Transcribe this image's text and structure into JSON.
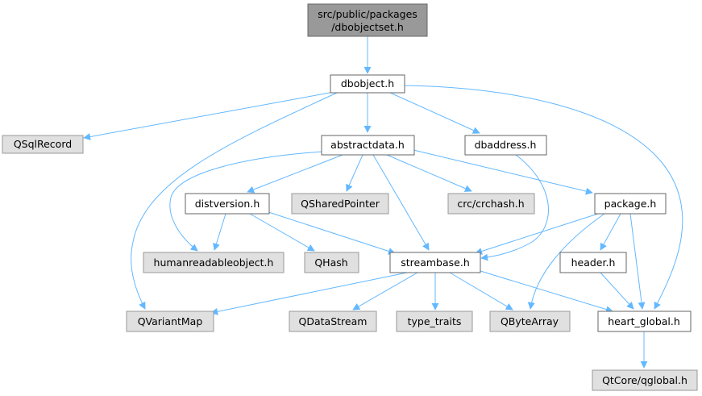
{
  "colors": {
    "edge": "#63b8ff",
    "root_fill": "#999999",
    "root_stroke": "#666666",
    "node_fill": "#ffffff",
    "node_stroke": "#666666",
    "external_fill": "#e0e0e0",
    "external_stroke": "#999999"
  },
  "nodes": {
    "root": {
      "label_line1": "src/public/packages",
      "label_line2": "/dbobjectset.h",
      "kind": "root"
    },
    "dbobject": {
      "label": "dbobject.h",
      "kind": "internal"
    },
    "qsqlrecord": {
      "label": "QSqlRecord",
      "kind": "external"
    },
    "abstractdata": {
      "label": "abstractdata.h",
      "kind": "internal"
    },
    "dbaddress": {
      "label": "dbaddress.h",
      "kind": "internal"
    },
    "distversion": {
      "label": "distversion.h",
      "kind": "internal"
    },
    "qsharedpointer": {
      "label": "QSharedPointer",
      "kind": "external"
    },
    "crchash": {
      "label": "crc/crchash.h",
      "kind": "external"
    },
    "package": {
      "label": "package.h",
      "kind": "internal"
    },
    "humanreadable": {
      "label": "humanreadableobject.h",
      "kind": "external"
    },
    "qhash": {
      "label": "QHash",
      "kind": "external"
    },
    "streambase": {
      "label": "streambase.h",
      "kind": "internal"
    },
    "header": {
      "label": "header.h",
      "kind": "internal"
    },
    "qvariantmap": {
      "label": "QVariantMap",
      "kind": "external"
    },
    "qdatastream": {
      "label": "QDataStream",
      "kind": "external"
    },
    "typetraits": {
      "label": "type_traits",
      "kind": "external"
    },
    "qbytearray": {
      "label": "QByteArray",
      "kind": "external"
    },
    "heartglobal": {
      "label": "heart_global.h",
      "kind": "internal"
    },
    "qglobal": {
      "label": "QtCore/qglobal.h",
      "kind": "external"
    }
  },
  "edges": [
    [
      "root",
      "dbobject"
    ],
    [
      "dbobject",
      "qsqlrecord"
    ],
    [
      "dbobject",
      "abstractdata"
    ],
    [
      "dbobject",
      "dbaddress"
    ],
    [
      "dbobject",
      "qvariantmap"
    ],
    [
      "dbobject",
      "heartglobal"
    ],
    [
      "abstractdata",
      "distversion"
    ],
    [
      "abstractdata",
      "qsharedpointer"
    ],
    [
      "abstractdata",
      "crchash"
    ],
    [
      "abstractdata",
      "package"
    ],
    [
      "abstractdata",
      "humanreadable"
    ],
    [
      "abstractdata",
      "streambase"
    ],
    [
      "dbaddress",
      "streambase"
    ],
    [
      "distversion",
      "humanreadable"
    ],
    [
      "distversion",
      "qhash"
    ],
    [
      "distversion",
      "streambase"
    ],
    [
      "package",
      "streambase"
    ],
    [
      "package",
      "header"
    ],
    [
      "package",
      "qbytearray"
    ],
    [
      "package",
      "heartglobal"
    ],
    [
      "streambase",
      "qvariantmap"
    ],
    [
      "streambase",
      "qdatastream"
    ],
    [
      "streambase",
      "typetraits"
    ],
    [
      "streambase",
      "qbytearray"
    ],
    [
      "streambase",
      "heartglobal"
    ],
    [
      "header",
      "heartglobal"
    ],
    [
      "heartglobal",
      "qglobal"
    ]
  ]
}
